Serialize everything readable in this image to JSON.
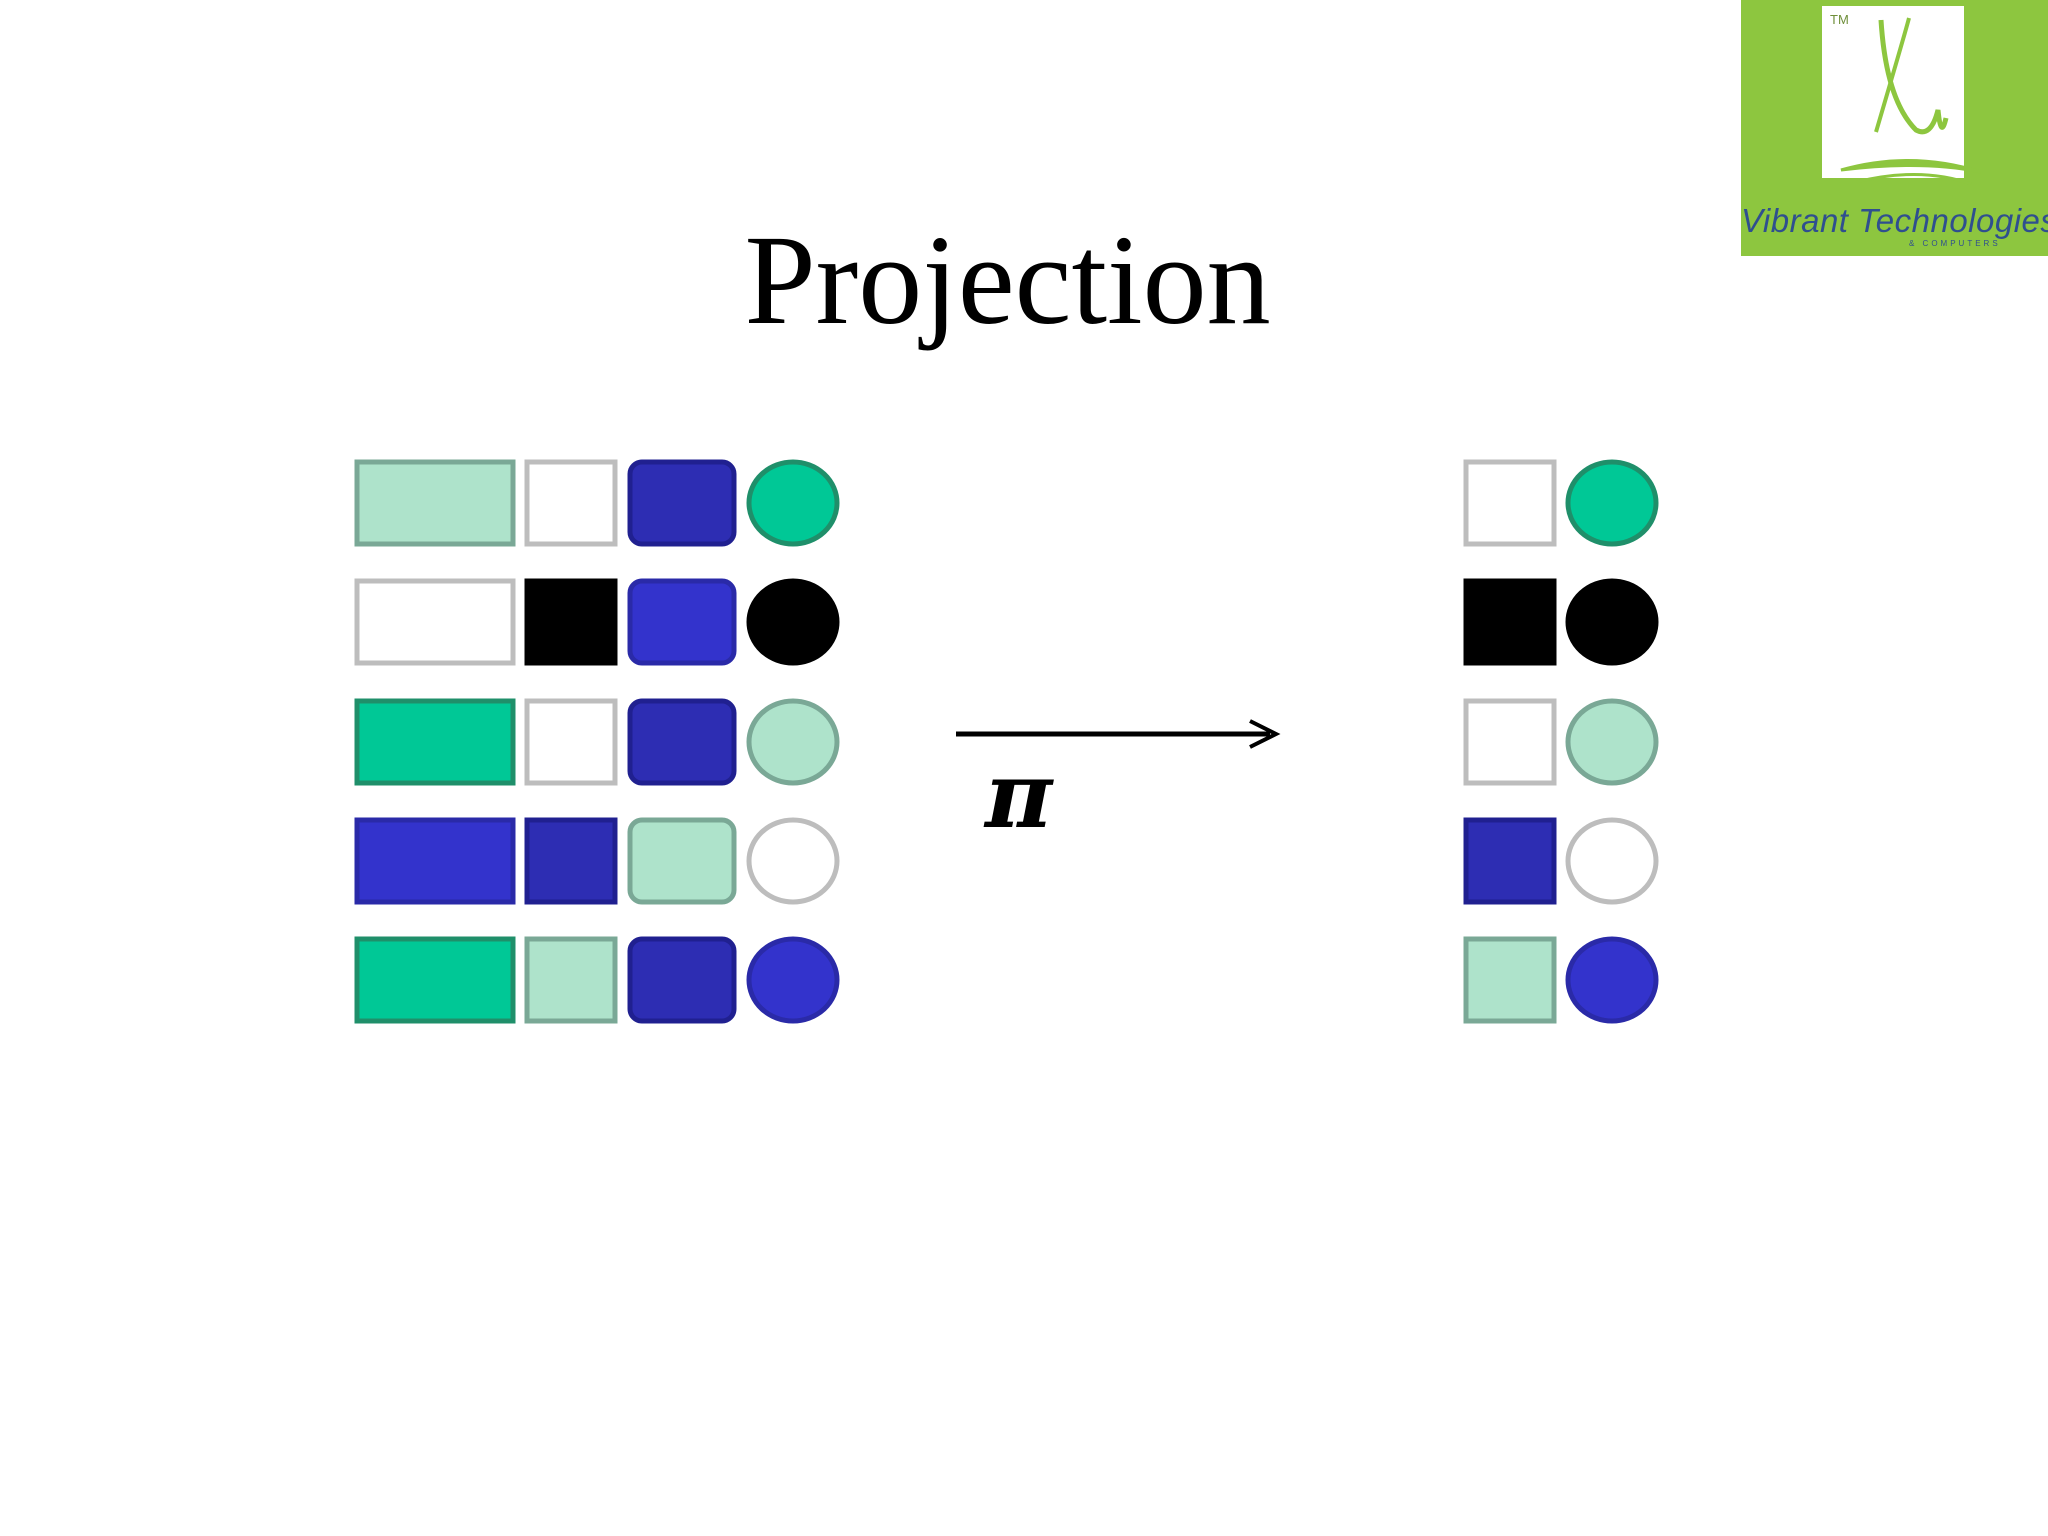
{
  "slide": {
    "title": "Projection",
    "operator_symbol": "π"
  },
  "logo": {
    "text": "Vibrant Technologies",
    "subtext": "& COMPUTERS",
    "trademark": "TM",
    "background_color": "#8dc63f",
    "text_color": "#2f4f8f"
  },
  "colors": {
    "teal": "#00c896",
    "light_teal": "#aee3cb",
    "blue": "#3333cc",
    "dark_blue": "#2d2db3",
    "black": "#000000",
    "white": "#ffffff"
  },
  "input_relation": {
    "rows": [
      [
        "light_teal",
        "white",
        "dark_blue",
        "teal"
      ],
      [
        "white",
        "black",
        "blue",
        "black"
      ],
      [
        "teal",
        "white",
        "dark_blue",
        "light_teal"
      ],
      [
        "blue",
        "dark_blue",
        "light_teal",
        "white"
      ],
      [
        "teal",
        "light_teal",
        "dark_blue",
        "blue"
      ]
    ]
  },
  "output_relation": {
    "rows": [
      [
        "white",
        "teal"
      ],
      [
        "black",
        "black"
      ],
      [
        "white",
        "light_teal"
      ],
      [
        "dark_blue",
        "white"
      ],
      [
        "light_teal",
        "blue"
      ]
    ]
  }
}
